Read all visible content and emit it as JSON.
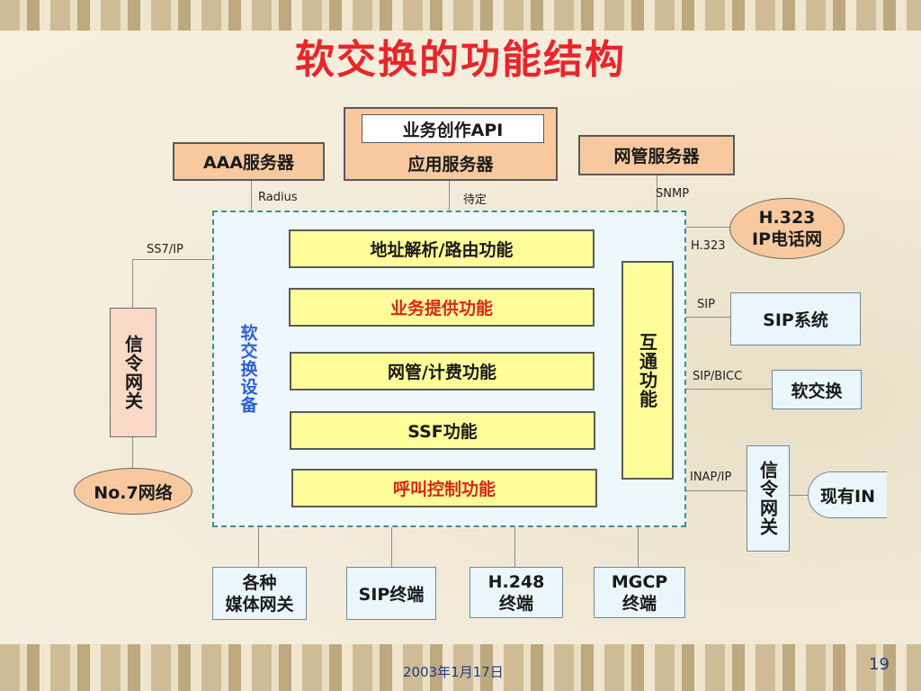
{
  "title": "软交换的功能结构",
  "top": {
    "api": "业务创作API",
    "app_server": "应用服务器",
    "aaa_server": "AAA服务器",
    "nms_server": "网管服务器"
  },
  "protocols": {
    "radius": "Radius",
    "pending": "待定",
    "snmp": "SNMP",
    "ss7ip": "SS7/IP",
    "h323": "H.323",
    "sip": "SIP",
    "sipbicc": "SIP/BICC",
    "inapip": "INAP/IP"
  },
  "softswitch": {
    "label": "软交换设备",
    "functions": [
      "地址解析/路由功能",
      "业务提供功能",
      "网管/计费功能",
      "SSF功能",
      "呼叫控制功能"
    ],
    "interwork": "互通功能"
  },
  "right": {
    "h323_net_line1": "H.323",
    "h323_net_line2": "IP电话网",
    "sip_system": "SIP系统",
    "softswitch": "软交换",
    "sig_gateway": "信令网关",
    "existing_in": "现有IN"
  },
  "left": {
    "sig_gateway": "信令网关",
    "no7": "No.7网络"
  },
  "bottom": {
    "media_gw_line1": "各种",
    "media_gw_line2": "媒体网关",
    "sip_terminal": "SIP终端",
    "h248_line1": "H.248",
    "h248_line2": "终端",
    "mgcp_line1": "MGCP",
    "mgcp_line2": "终端"
  },
  "footer": {
    "date": "2003年1月17日",
    "page": "19"
  }
}
